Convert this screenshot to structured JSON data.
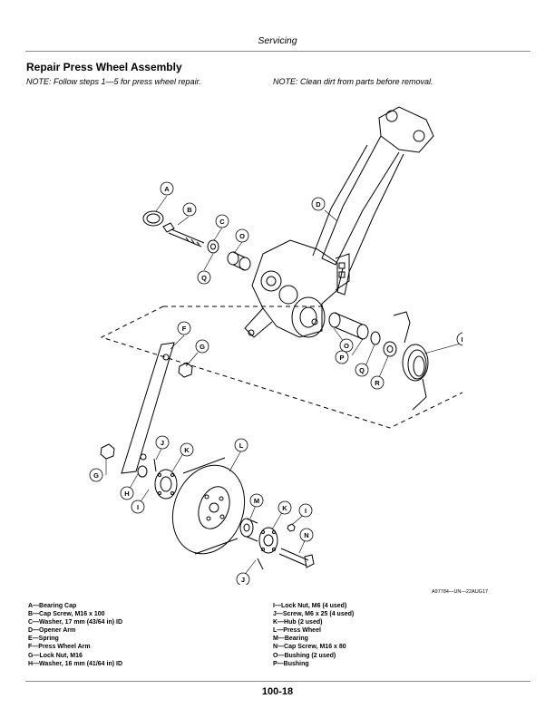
{
  "header": {
    "section": "Servicing"
  },
  "title": "Repair Press Wheel Assembly",
  "notes": {
    "left": "NOTE: Follow steps 1—5 for press wheel repair.",
    "right": "NOTE: Clean dirt from parts before removal."
  },
  "figure": {
    "caption": "A97784—UN—22AUG17",
    "callouts": [
      "A",
      "B",
      "C",
      "D",
      "O",
      "Q",
      "F",
      "G",
      "O",
      "P",
      "E",
      "Q",
      "R",
      "L",
      "J",
      "K",
      "G",
      "H",
      "I",
      "M",
      "K",
      "I",
      "N",
      "J"
    ]
  },
  "legend": {
    "left": [
      "A—Bearing Cap",
      "B—Cap Screw, M16 x 100",
      "C—Washer, 17 mm (43/64 in) ID",
      "D—Opener Arm",
      "E—Spring",
      "F—Press Wheel Arm",
      "G—Lock Nut, M16",
      "H—Washer, 16 mm (41/64 in) ID"
    ],
    "right": [
      "I—Lock Nut, M6 (4 used)",
      "J—Screw, M6 x 25 (4 used)",
      "K—Hub (2 used)",
      "L—Press Wheel",
      "M—Bearing",
      "N—Cap Screw, M16 x 80",
      "O—Bushing (2 used)",
      "P—Bushing"
    ]
  },
  "footer": {
    "page_number": "100-18"
  }
}
